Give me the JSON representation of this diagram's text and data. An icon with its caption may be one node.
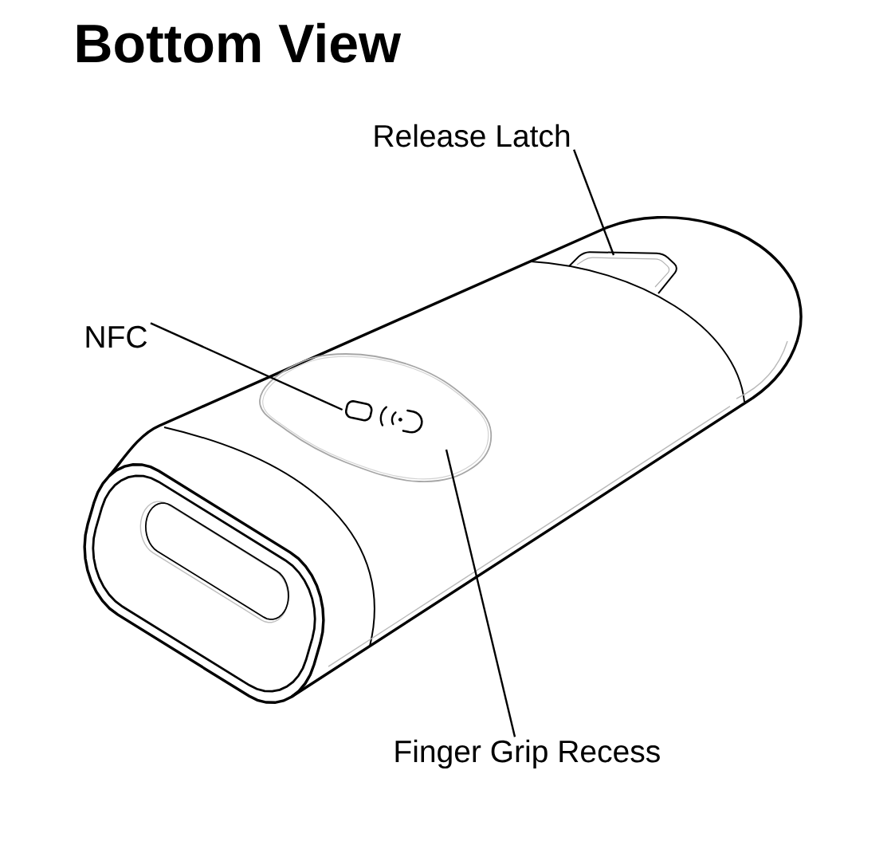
{
  "diagram": {
    "title": "Bottom View",
    "nodes": [
      {
        "text": [
          "Release Latch"
        ]
      },
      {
        "text": [],
        "shape": "box"
      },
      {
        "text": [
          "NFC"
        ]
      },
      {
        "text": [],
        "shape": "oval"
      },
      {
        "text": [],
        "shape": "picture",
        "in": 3
      },
      {
        "text": [
          "Finger Grip Recess"
        ]
      }
    ],
    "edges": [
      {
        "from": 0,
        "to": 1,
        "arrow": "none"
      },
      {
        "from": 2,
        "to": 4,
        "arrow": "none"
      },
      {
        "from": 5,
        "to": 3,
        "arrow": "none"
      }
    ]
  }
}
